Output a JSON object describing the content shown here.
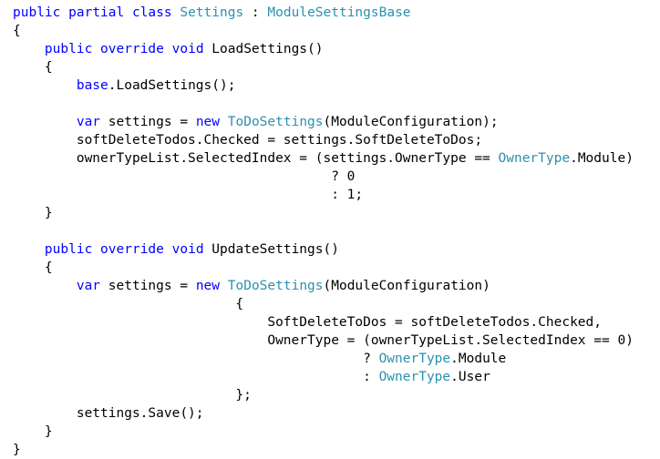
{
  "editor": {
    "lines": [
      [
        {
          "t": "public",
          "c": "kw"
        },
        {
          "t": " ",
          "c": "tx"
        },
        {
          "t": "partial",
          "c": "kw"
        },
        {
          "t": " ",
          "c": "tx"
        },
        {
          "t": "class",
          "c": "kw"
        },
        {
          "t": " ",
          "c": "tx"
        },
        {
          "t": "Settings",
          "c": "ty"
        },
        {
          "t": " : ",
          "c": "tx"
        },
        {
          "t": "ModuleSettingsBase",
          "c": "ty"
        }
      ],
      [
        {
          "t": "{",
          "c": "tx"
        }
      ],
      [
        {
          "t": "    ",
          "c": "tx"
        },
        {
          "t": "public",
          "c": "kw"
        },
        {
          "t": " ",
          "c": "tx"
        },
        {
          "t": "override",
          "c": "kw"
        },
        {
          "t": " ",
          "c": "tx"
        },
        {
          "t": "void",
          "c": "kw"
        },
        {
          "t": " LoadSettings()",
          "c": "tx"
        }
      ],
      [
        {
          "t": "    {",
          "c": "tx"
        }
      ],
      [
        {
          "t": "        ",
          "c": "tx"
        },
        {
          "t": "base",
          "c": "kw"
        },
        {
          "t": ".LoadSettings();",
          "c": "tx"
        }
      ],
      [],
      [
        {
          "t": "        ",
          "c": "tx"
        },
        {
          "t": "var",
          "c": "kw"
        },
        {
          "t": " settings = ",
          "c": "tx"
        },
        {
          "t": "new",
          "c": "kw"
        },
        {
          "t": " ",
          "c": "tx"
        },
        {
          "t": "ToDoSettings",
          "c": "ty"
        },
        {
          "t": "(ModuleConfiguration);",
          "c": "tx"
        }
      ],
      [
        {
          "t": "        softDeleteTodos.Checked = settings.SoftDeleteToDos;",
          "c": "tx"
        }
      ],
      [
        {
          "t": "        ownerTypeList.SelectedIndex = (settings.OwnerType == ",
          "c": "tx"
        },
        {
          "t": "OwnerType",
          "c": "ty"
        },
        {
          "t": ".Module)",
          "c": "tx"
        }
      ],
      [
        {
          "t": "                                        ? 0",
          "c": "tx"
        }
      ],
      [
        {
          "t": "                                        : 1;",
          "c": "tx"
        }
      ],
      [
        {
          "t": "    }",
          "c": "tx"
        }
      ],
      [],
      [
        {
          "t": "    ",
          "c": "tx"
        },
        {
          "t": "public",
          "c": "kw"
        },
        {
          "t": " ",
          "c": "tx"
        },
        {
          "t": "override",
          "c": "kw"
        },
        {
          "t": " ",
          "c": "tx"
        },
        {
          "t": "void",
          "c": "kw"
        },
        {
          "t": " UpdateSettings()",
          "c": "tx"
        }
      ],
      [
        {
          "t": "    {",
          "c": "tx"
        }
      ],
      [
        {
          "t": "        ",
          "c": "tx"
        },
        {
          "t": "var",
          "c": "kw"
        },
        {
          "t": " settings = ",
          "c": "tx"
        },
        {
          "t": "new",
          "c": "kw"
        },
        {
          "t": " ",
          "c": "tx"
        },
        {
          "t": "ToDoSettings",
          "c": "ty"
        },
        {
          "t": "(ModuleConfiguration)",
          "c": "tx"
        }
      ],
      [
        {
          "t": "                            {",
          "c": "tx"
        }
      ],
      [
        {
          "t": "                                SoftDeleteToDos = softDeleteTodos.Checked,",
          "c": "tx"
        }
      ],
      [
        {
          "t": "                                OwnerType = (ownerTypeList.SelectedIndex == 0)",
          "c": "tx"
        }
      ],
      [
        {
          "t": "                                            ? ",
          "c": "tx"
        },
        {
          "t": "OwnerType",
          "c": "ty"
        },
        {
          "t": ".Module",
          "c": "tx"
        }
      ],
      [
        {
          "t": "                                            : ",
          "c": "tx"
        },
        {
          "t": "OwnerType",
          "c": "ty"
        },
        {
          "t": ".User",
          "c": "tx"
        }
      ],
      [
        {
          "t": "                            };",
          "c": "tx"
        }
      ],
      [
        {
          "t": "        settings.Save();",
          "c": "tx"
        }
      ],
      [
        {
          "t": "    }",
          "c": "tx"
        }
      ],
      [
        {
          "t": "}",
          "c": "tx"
        }
      ]
    ]
  },
  "colors": {
    "keyword": "#0000ff",
    "type": "#2b91af",
    "text": "#000000",
    "background": "#ffffff"
  }
}
